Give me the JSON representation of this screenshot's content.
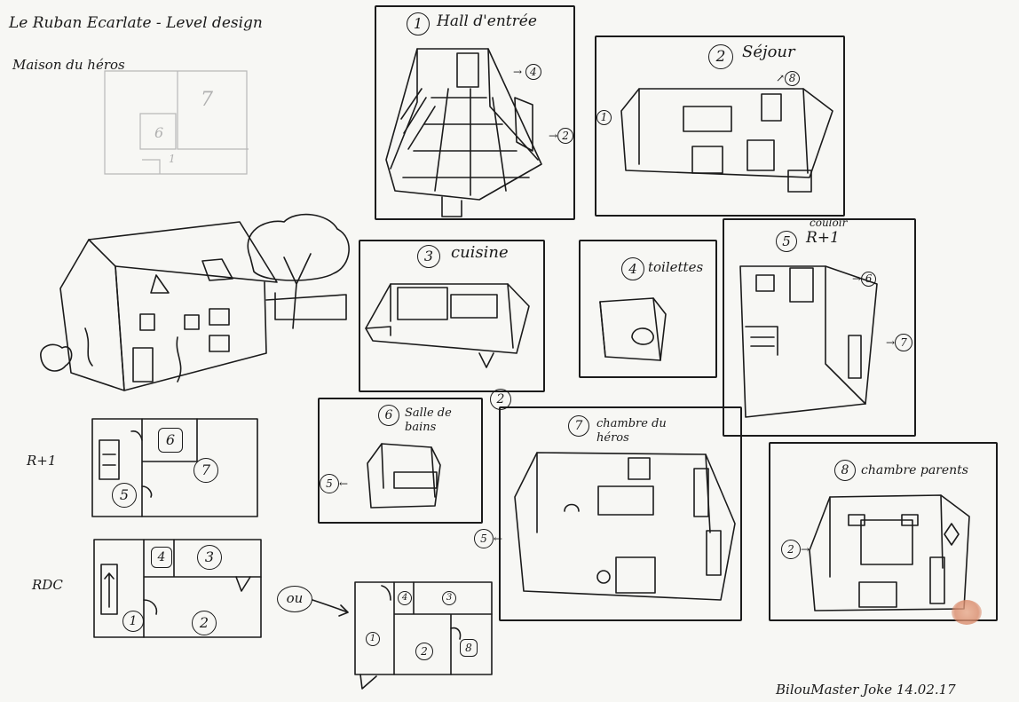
{
  "header": {
    "title": "Le Ruban Ecarlate - Level design",
    "subtitle": "Maison du héros"
  },
  "faint_sketch": {
    "room_a": "7",
    "room_b": "6",
    "room_c": "1"
  },
  "rooms": [
    {
      "num": "1",
      "name": "Hall d'entrée",
      "exits": [
        "4",
        "2"
      ]
    },
    {
      "num": "2",
      "name": "Séjour",
      "exits": [
        "8",
        "1"
      ]
    },
    {
      "num": "3",
      "name": "cuisine",
      "exits": [
        "2"
      ]
    },
    {
      "num": "4",
      "name": "toilettes",
      "exits": []
    },
    {
      "num": "5",
      "name_top": "couloir",
      "name": "R+1",
      "exits": [
        "6",
        "7"
      ]
    },
    {
      "num": "6",
      "name": "Salle de bains",
      "exits": [
        "5"
      ]
    },
    {
      "num": "7",
      "name": "chambre du héros",
      "exits": [
        "5"
      ]
    },
    {
      "num": "8",
      "name": "chambre parents",
      "exits": [
        "2"
      ]
    }
  ],
  "floorplans": {
    "upper": {
      "label": "R+1",
      "rooms": [
        "6",
        "7",
        "5"
      ]
    },
    "ground": {
      "label": "RDC",
      "rooms": [
        "4",
        "3",
        "1",
        "2"
      ]
    },
    "alt": {
      "connector": "ou",
      "rooms": [
        "4",
        "3",
        "1",
        "2",
        "8"
      ]
    }
  },
  "signature": "BilouMaster Joke 14.02.17",
  "colors": {
    "ink": "#1b1b1b",
    "paper": "#f7f7f4",
    "stain": "#d98a6a",
    "faint": "#b8b8b8"
  }
}
